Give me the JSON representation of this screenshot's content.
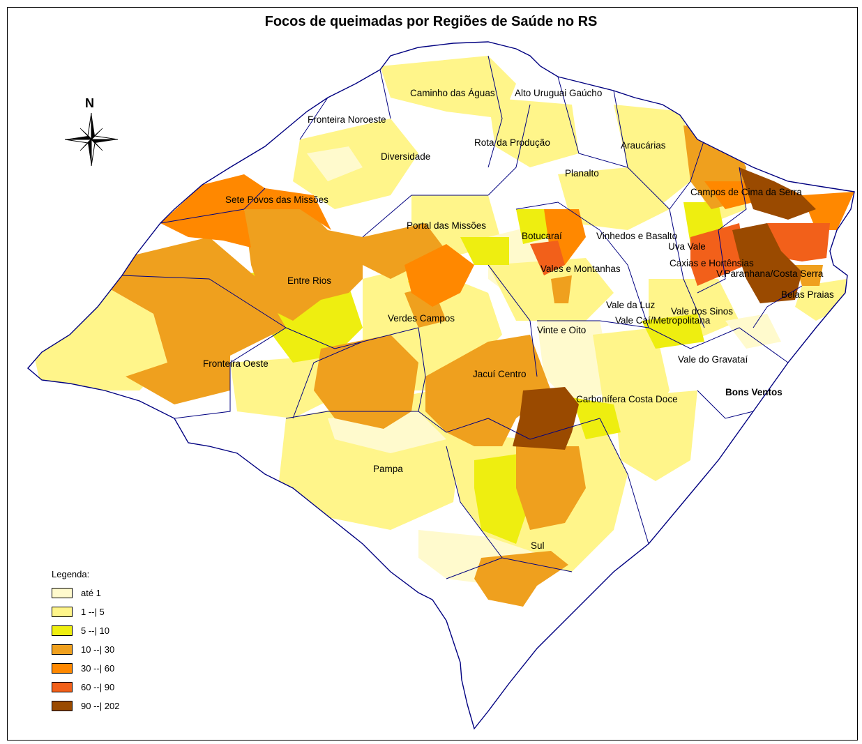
{
  "title": "Focos de queimadas por Regiões de Saúde no RS",
  "north_arrow": {
    "letter": "N",
    "icon": "compass-rose-icon"
  },
  "legend": {
    "title": "Legenda:",
    "items": [
      {
        "label": "até 1",
        "color": "#FFFACD"
      },
      {
        "label": "1 --| 5",
        "color": "#FFF58A"
      },
      {
        "label": "5 --| 10",
        "color": "#EEEE10"
      },
      {
        "label": "10 --| 30",
        "color": "#EFA01E"
      },
      {
        "label": "30 --| 60",
        "color": "#FF8800"
      },
      {
        "label": "60 --| 90",
        "color": "#F2601A"
      },
      {
        "label": "90 --| 202",
        "color": "#9A4A00"
      }
    ]
  },
  "colors": {
    "border": "#000080",
    "background": "#FFFFFF"
  },
  "regions": [
    {
      "name": "Caminho das Águas"
    },
    {
      "name": "Alto Uruguai Gaúcho"
    },
    {
      "name": "Fronteira Noroeste"
    },
    {
      "name": "Rota da Produção"
    },
    {
      "name": "Diversidade"
    },
    {
      "name": "Araucárias"
    },
    {
      "name": "Planalto"
    },
    {
      "name": "Campos de Cima da Serra"
    },
    {
      "name": "Sete Povos das Missões"
    },
    {
      "name": "Portal das Missões"
    },
    {
      "name": "Botucaraí"
    },
    {
      "name": "Vinhedos e Basalto"
    },
    {
      "name": "Uva Vale"
    },
    {
      "name": "Caxias e Hortênsias"
    },
    {
      "name": "V.Paranhana/Costa Serra"
    },
    {
      "name": "Vales e Montanhas"
    },
    {
      "name": "Entre Rios"
    },
    {
      "name": "Belas Praias"
    },
    {
      "name": "Vale da Luz"
    },
    {
      "name": "Vale dos Sinos"
    },
    {
      "name": "Verdes Campos"
    },
    {
      "name": "Vale Caí/Metropolitana"
    },
    {
      "name": "Vinte e Oito"
    },
    {
      "name": "Fronteira Oeste"
    },
    {
      "name": "Vale do Gravataí"
    },
    {
      "name": "Jacuí Centro"
    },
    {
      "name": "Carbonífera Costa Doce"
    },
    {
      "name": "Bons Ventos"
    },
    {
      "name": "Pampa"
    },
    {
      "name": "Sul"
    }
  ]
}
